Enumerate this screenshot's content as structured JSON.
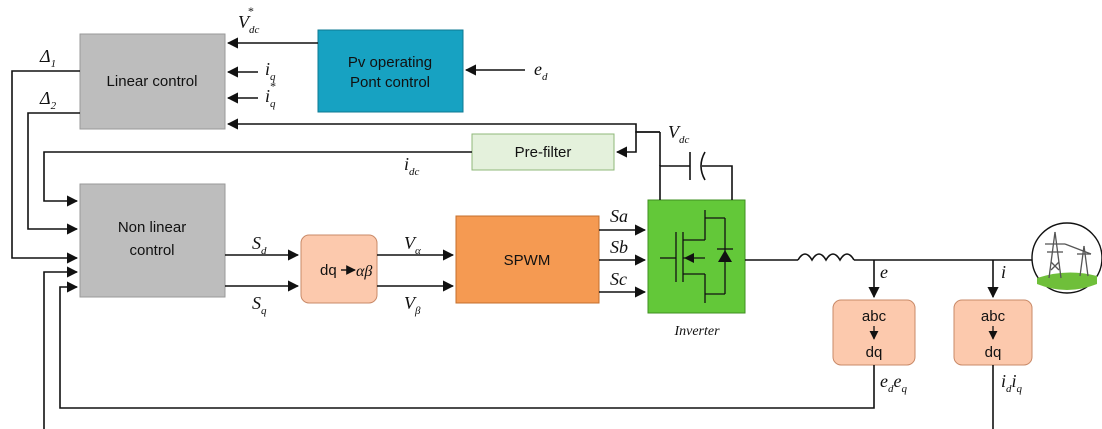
{
  "colors": {
    "gray_block": "#bdbdbd",
    "teal_block": "#17a2c2",
    "light_green_block": "#e4f1dc",
    "salmon_block": "#fcc9ad",
    "orange_block": "#f59a52",
    "green_block": "#63c839"
  },
  "blocks": {
    "linear_control": "Linear control",
    "pv_line1": "Pv operating",
    "pv_line2": "Pont control",
    "prefilter": "Pre-filter",
    "nonlinear_line1": "Non linear",
    "nonlinear_line2": "control",
    "dq_ab_prefix": "dq",
    "dq_ab_suffix": "αβ",
    "spwm": "SPWM",
    "inverter_caption": "Inverter",
    "abc1_top": "abc",
    "abc1_bottom": "dq",
    "abc2_top": "abc",
    "abc2_bottom": "dq"
  },
  "signals": {
    "vdc_star_main": "V",
    "vdc_star_sub": "dc",
    "vdc_star_sup": "*",
    "iq": "i",
    "iq_sub": "q",
    "iq_star": "i",
    "iq_star_sub": "q",
    "iq_star_sup": "*",
    "ed": "e",
    "ed_sub": "d",
    "delta1": "Δ",
    "delta1_sub": "1",
    "delta2": "Δ",
    "delta2_sub": "2",
    "vdc_main": "V",
    "vdc_sub": "dc",
    "idc_main": "i",
    "idc_sub": "dc",
    "sd": "S",
    "sd_sub": "d",
    "sq": "S",
    "sq_sub": "q",
    "valpha": "V",
    "valpha_sub": "α",
    "vbeta": "V",
    "vbeta_sub": "β",
    "sa": "Sa",
    "sb": "Sb",
    "sc": "Sc",
    "e": "e",
    "i": "i",
    "ed_out": "e",
    "ed_out_sub": "d",
    "eq_out": "e",
    "eq_out_sub": "q",
    "id_out": "i",
    "id_out_sub": "d",
    "iq_out": "i",
    "iq_out_sub": "q"
  }
}
